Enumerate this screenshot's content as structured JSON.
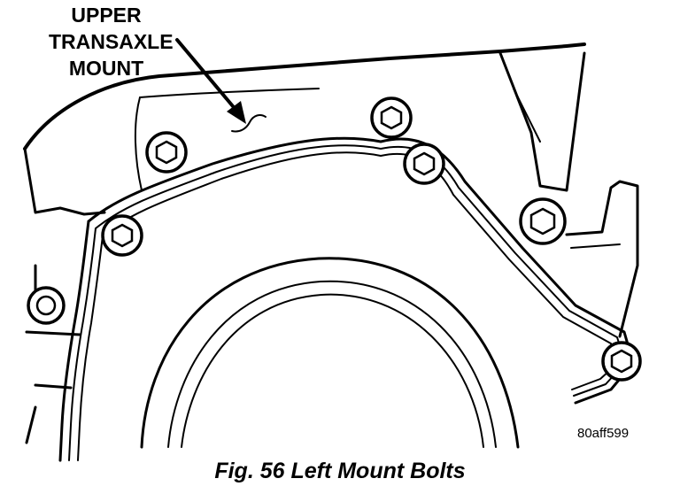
{
  "callout": {
    "lines": [
      "UPPER",
      "TRANSAXLE",
      "MOUNT"
    ]
  },
  "figure_code": "80aff599",
  "caption": "Fig. 56 Left Mount Bolts",
  "bolts": [
    {
      "id": "bolt-top-left"
    },
    {
      "id": "bolt-top-center"
    },
    {
      "id": "bolt-center"
    },
    {
      "id": "bolt-right-upper"
    },
    {
      "id": "bolt-left-upper"
    },
    {
      "id": "bolt-left-lower"
    },
    {
      "id": "bolt-right-lower"
    }
  ]
}
